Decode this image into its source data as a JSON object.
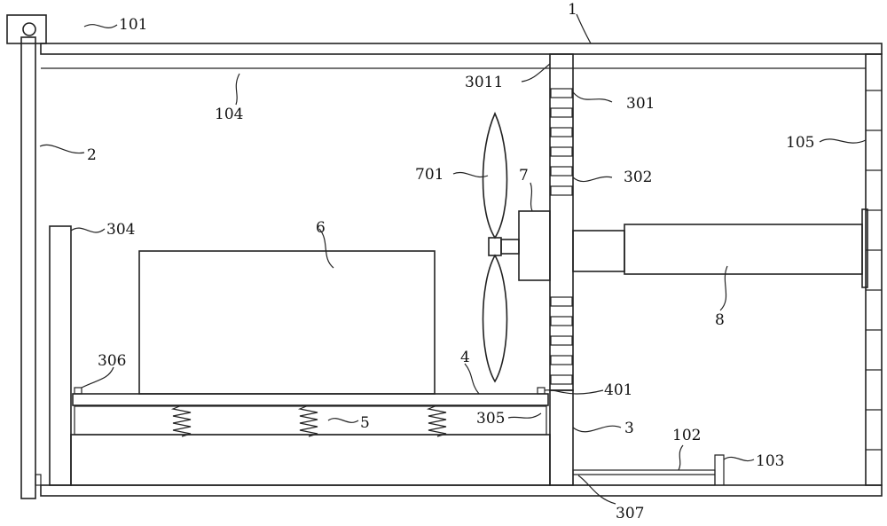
{
  "labels": {
    "l1": "1",
    "l101": "101",
    "l104": "104",
    "l3011": "3011",
    "l301": "301",
    "l2": "2",
    "l105": "105",
    "l701": "701",
    "l7": "7",
    "l302": "302",
    "l304": "304",
    "l6": "6",
    "l8": "8",
    "l306": "306",
    "l4": "4",
    "l401": "401",
    "l5": "5",
    "l305": "305",
    "l3": "3",
    "l102": "102",
    "l103": "103",
    "l307": "307"
  },
  "colors": {
    "stroke": "#222222",
    "background": "#ffffff"
  }
}
